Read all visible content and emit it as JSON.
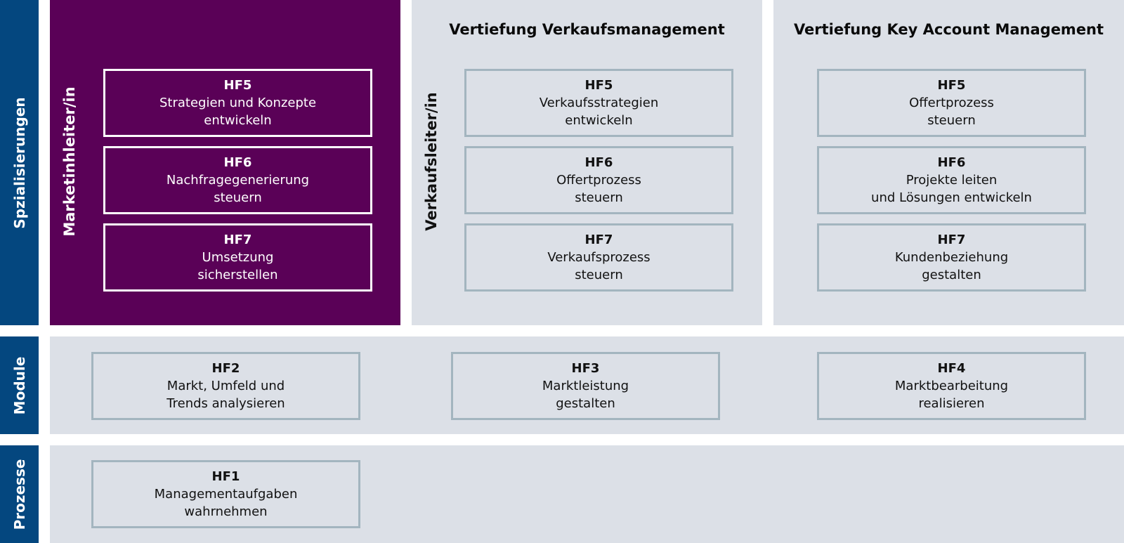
{
  "rows": {
    "specializations": "Spzialisierungen",
    "modules": "Module",
    "processes": "Prozesse"
  },
  "columns": [
    {
      "title": "",
      "role": "Marketinhleiter/in",
      "boxes": [
        {
          "code": "HF5",
          "line1": "Strategien und Konzepte",
          "line2": "entwickeln"
        },
        {
          "code": "HF6",
          "line1": "Nachfragegenerierung",
          "line2": "steuern"
        },
        {
          "code": "HF7",
          "line1": "Umsetzung",
          "line2": "sicherstellen"
        }
      ]
    },
    {
      "title": "Vertiefung Verkaufsmanagement",
      "role": "Verkaufsleiter/in",
      "boxes": [
        {
          "code": "HF5",
          "line1": "Verkaufsstrategien",
          "line2": "entwickeln"
        },
        {
          "code": "HF6",
          "line1": "Offertprozess",
          "line2": "steuern"
        },
        {
          "code": "HF7",
          "line1": "Verkaufsprozess",
          "line2": "steuern"
        }
      ]
    },
    {
      "title": "Vertiefung Key Account Management",
      "role": "",
      "boxes": [
        {
          "code": "HF5",
          "line1": "Offertprozess",
          "line2": "steuern"
        },
        {
          "code": "HF6",
          "line1": "Projekte leiten",
          "line2": "und Lösungen entwickeln"
        },
        {
          "code": "HF7",
          "line1": "Kundenbeziehung",
          "line2": "gestalten"
        }
      ]
    }
  ],
  "modules": [
    {
      "code": "HF2",
      "line1": "Markt, Umfeld und",
      "line2": "Trends analysieren"
    },
    {
      "code": "HF3",
      "line1": "Marktleistung",
      "line2": "gestalten"
    },
    {
      "code": "HF4",
      "line1": "Marktbearbeitung",
      "line2": "realisieren"
    }
  ],
  "processes": [
    {
      "code": "HF1",
      "line1": "Managementaufgaben",
      "line2": "wahrnehmen"
    }
  ],
  "colors": {
    "row_label_blue": "#04477f",
    "panel_light": "#dce0e7",
    "panel_purple": "#5a0157",
    "box_border": "#a3b5bf"
  }
}
